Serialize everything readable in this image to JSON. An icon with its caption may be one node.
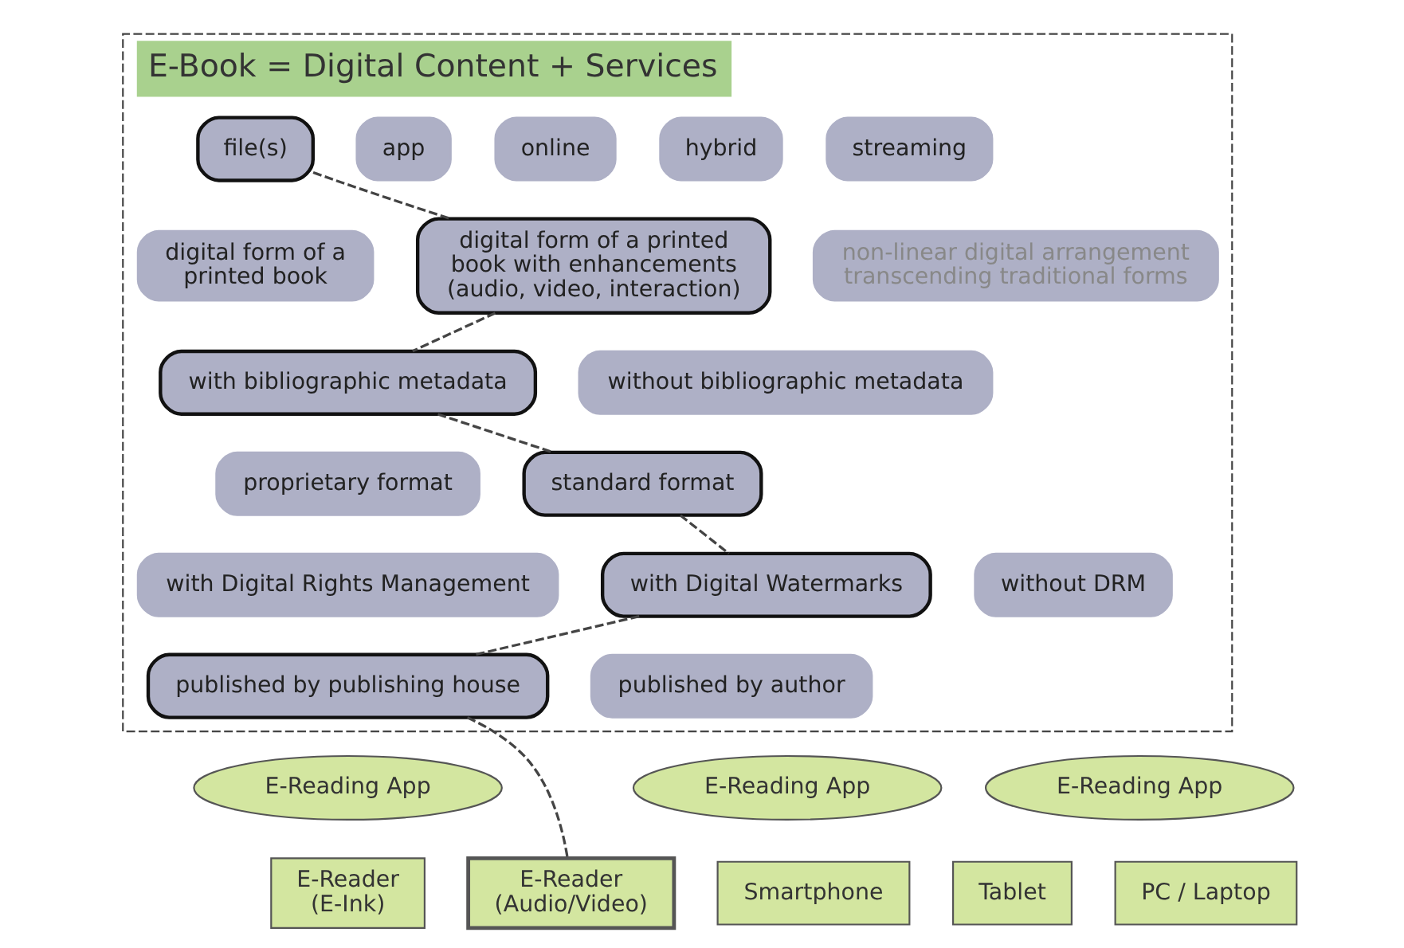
{
  "diagram": {
    "nodes": [
      {
        "text": [
          "E-Book = Digital Content + Services"
        ]
      },
      {
        "text": [
          "file(s)"
        ],
        "in": 0
      },
      {
        "text": [
          "app"
        ],
        "in": 0
      },
      {
        "text": [
          "online"
        ],
        "in": 0
      },
      {
        "text": [
          "hybrid"
        ],
        "in": 0
      },
      {
        "text": [
          "streaming"
        ],
        "in": 0
      },
      {
        "text": [
          "digital form of a printed book"
        ],
        "in": 0
      },
      {
        "text": [
          "digital form of a printed book with enhancements (audio, video, interaction)"
        ],
        "in": 0
      },
      {
        "text": [
          "non-linear digital arrangement transcending traditional forms"
        ],
        "in": 0
      },
      {
        "text": [
          "with bibliographic metadata"
        ],
        "in": 0
      },
      {
        "text": [
          "without bibliographic metadata"
        ],
        "in": 0
      },
      {
        "text": [
          "proprietary format"
        ],
        "in": 0
      },
      {
        "text": [
          "standard format"
        ],
        "in": 0
      },
      {
        "text": [
          "with Digital Rights Management"
        ],
        "in": 0
      },
      {
        "text": [
          "with Digital Watermarks"
        ],
        "in": 0
      },
      {
        "text": [
          "without DRM"
        ],
        "in": 0
      },
      {
        "text": [
          "published by publishing house"
        ],
        "in": 0
      },
      {
        "text": [
          "published by author"
        ],
        "in": 0
      },
      {
        "text": [
          "E-Reader (E-Ink)"
        ]
      },
      {
        "text": [
          "E-Reader (Audio/Video)"
        ]
      },
      {
        "text": [
          "E-Reading App"
        ]
      },
      {
        "text": [
          "Smartphone"
        ]
      },
      {
        "text": [
          "E-Reading App"
        ]
      },
      {
        "text": [
          "Tablet"
        ]
      },
      {
        "text": [
          "E-Reading App"
        ]
      },
      {
        "text": [
          "PC / Laptop"
        ]
      }
    ],
    "edges": [
      {
        "from": 1,
        "to": 7,
        "arrow": "none",
        "style": "dashed"
      },
      {
        "from": 7,
        "to": 9,
        "arrow": "none",
        "style": "dashed"
      },
      {
        "from": 9,
        "to": 12,
        "arrow": "none",
        "style": "dashed"
      },
      {
        "from": 12,
        "to": 14,
        "arrow": "none",
        "style": "dashed"
      },
      {
        "from": 14,
        "to": 16,
        "arrow": "none",
        "style": "dashed"
      },
      {
        "from": 16,
        "to": 19,
        "arrow": "none",
        "style": "dashed"
      }
    ]
  }
}
